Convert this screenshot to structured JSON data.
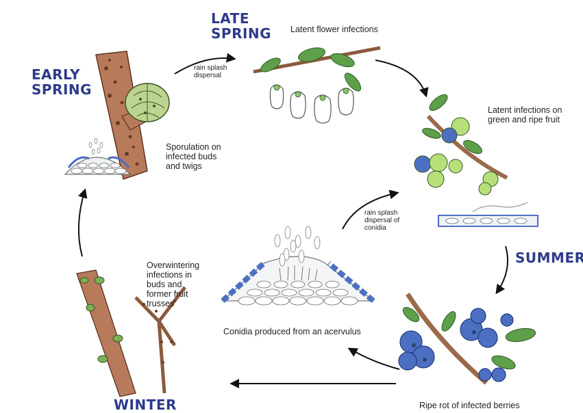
{
  "seasons": {
    "early_spring": [
      "EARLY",
      "SPRING"
    ],
    "late_spring": [
      "LATE",
      "SPRING"
    ],
    "summer": "SUMMER",
    "winter": "WINTER"
  },
  "captions": {
    "sporulation": [
      "Sporulation on",
      "infected buds",
      "and twigs"
    ],
    "latent_flower": "Latent flower infections",
    "latent_fruit": [
      "Latent infections on",
      "green and ripe fruit"
    ],
    "ripe_rot": "Ripe rot of infected berries",
    "conidia": "Conidia produced from an acervulus",
    "overwintering": [
      "Overwintering",
      "infections in",
      "buds and",
      "former fruit",
      "trusses"
    ]
  },
  "arrow_labels": {
    "rain_splash_1": [
      "rain splash",
      "dispersal"
    ],
    "rain_splash_2": [
      "rain splash",
      "dispersal of",
      "conidia"
    ]
  },
  "colors": {
    "season_text": "#2d3a8c",
    "arrow": "#111111",
    "berry_blue": "#4d6fc2",
    "berry_green": "#b7df7a",
    "leaf_green": "#5e9f4a",
    "branch_brown": "#b06e52"
  }
}
